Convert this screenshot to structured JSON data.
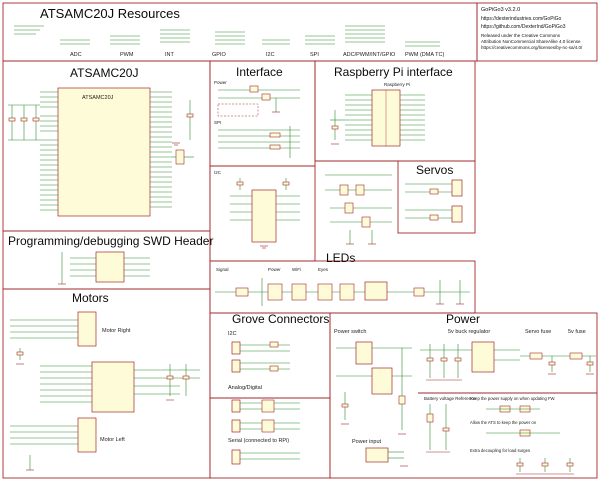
{
  "info": {
    "version": "GoPiGo3 v3.2.0",
    "url": "https://dexterindustries.com/GoPiGo",
    "github": "https://github.com/DexterInd/GoPiGo3",
    "license_line1": "Released under the Creative Commons",
    "license_line2": "Attribution NonCommercial ShareAlike 4.0 license",
    "license_url": "https://creativecommons.org/licenses/by-nc-sa/4.0/"
  },
  "sections": {
    "resources": "ATSAMC20J Resources",
    "mcu": "ATSAMC20J",
    "interface": "Interface",
    "rpi": "Raspberry Pi interface",
    "servos": "Servos",
    "swd": "Programming/debugging SWD Header",
    "leds": "LEDs",
    "motors": "Motors",
    "grove": "Grove Connectors",
    "power": "Power"
  },
  "resources": {
    "labels": [
      "ADC",
      "PWM",
      "INT",
      "GPIO",
      "I2C",
      "SPI",
      "ADC/PWM/INT/GPIO",
      "PWM (DMA TC)"
    ]
  },
  "mcu_block": {
    "chip_label": "ATSAMC20J"
  },
  "interface": {
    "sub_power": "Power",
    "sub_spi": "SPI",
    "sub_i2c": "I2C"
  },
  "rpi": {
    "header_label": "Raspberry Pi"
  },
  "leds": {
    "sub_signal": "Signal",
    "sub_power": "Power",
    "sub_wifi": "WiFi",
    "sub_eyes": "Eyes"
  },
  "motors": {
    "right": "Motor Right",
    "left": "Motor Left"
  },
  "grove": {
    "i2c": "I2C",
    "analog_digital": "Analog/Digital",
    "serial": "Serial (connected to RPi)"
  },
  "power": {
    "switch": "Power switch",
    "buck": "5v buck regulator",
    "servo_fuse": "Servo fuse",
    "fuse_5v": "5v fuse",
    "battery_ref": "Battery voltage Reference",
    "input": "Power input",
    "note_keep": "Keep the power supply on when updating FW.",
    "note_allow": "Allow the ATS to keep the power on",
    "note_decoupling": "Extra decoupling for load surges"
  },
  "colors": {
    "frame": "#a3282b",
    "wire": "#2f8a2f",
    "component_fill": "#fdfbd8",
    "text": "#0a0a0a"
  }
}
